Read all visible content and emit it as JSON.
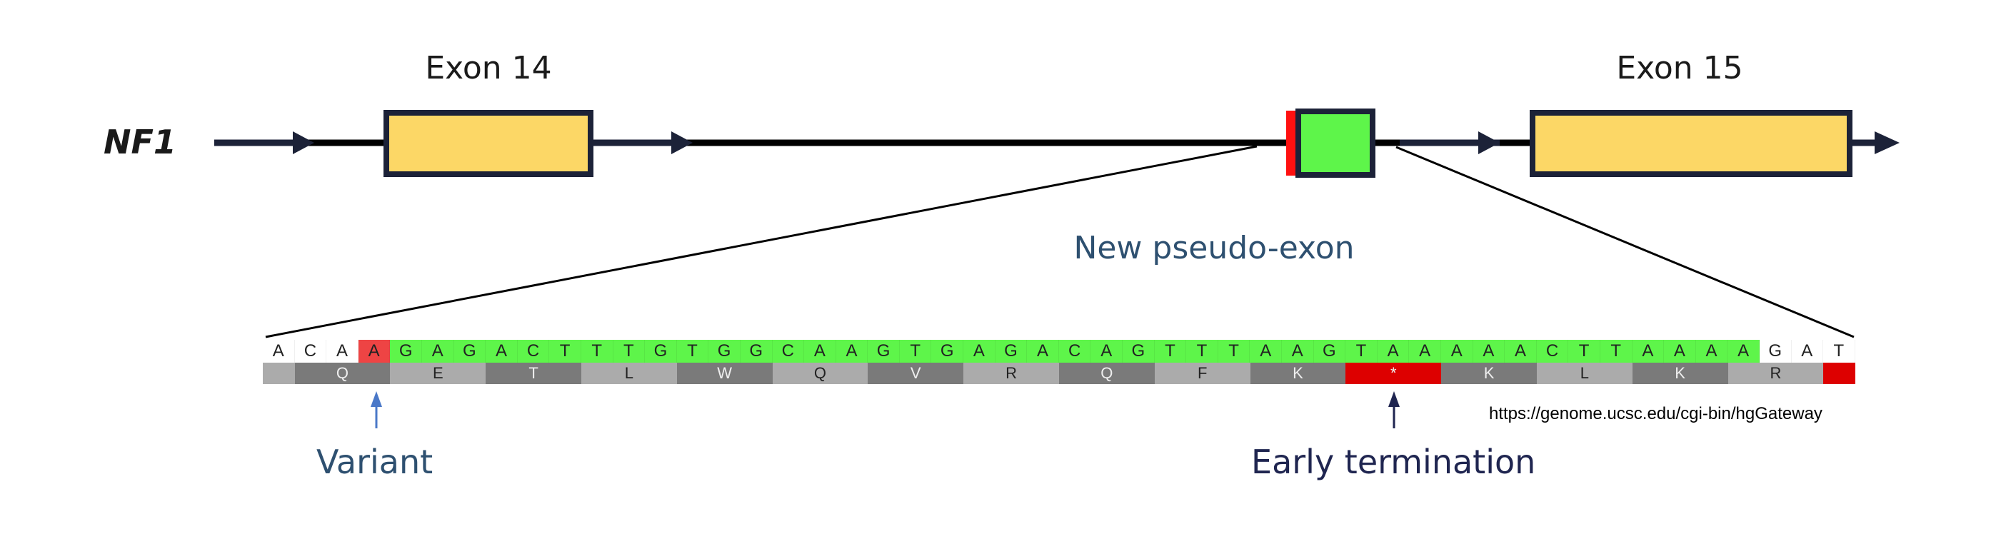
{
  "gene": "NF1",
  "exons": [
    {
      "label": "Exon 14"
    },
    {
      "label": "Exon 15"
    }
  ],
  "pseudo_exon_label": "New pseudo-exon",
  "variant_label": "Variant",
  "termination_label": "Early termination",
  "source_url": "https://genome.ucsc.edu/cgi-bin/hgGateway",
  "colors": {
    "exon": "#fcd766",
    "pseudo_exon": "#5ef54a",
    "variant": "#ee4444",
    "stop": "#dd0000",
    "outline": "#1c2238",
    "aa_dark": "#7a7a7a",
    "aa_light": "#ababab"
  },
  "sequence": {
    "nucleotides": [
      "A",
      "C",
      "A",
      "A",
      "G",
      "A",
      "G",
      "A",
      "C",
      "T",
      "T",
      "T",
      "G",
      "T",
      "G",
      "G",
      "C",
      "A",
      "A",
      "G",
      "T",
      "G",
      "A",
      "G",
      "A",
      "C",
      "A",
      "G",
      "T",
      "T",
      "T",
      "A",
      "A",
      "G",
      "T",
      "A",
      "A",
      "A",
      "A",
      "A",
      "C",
      "T",
      "T",
      "A",
      "A",
      "A",
      "A",
      "G",
      "A",
      "T"
    ],
    "variant_index": 3,
    "pseudo_exon_range": [
      4,
      46
    ],
    "amino_acids": [
      {
        "aa": "",
        "span": 1,
        "shade": "light"
      },
      {
        "aa": "Q",
        "span": 3,
        "shade": "dark"
      },
      {
        "aa": "E",
        "span": 3,
        "shade": "light"
      },
      {
        "aa": "T",
        "span": 3,
        "shade": "dark"
      },
      {
        "aa": "L",
        "span": 3,
        "shade": "light"
      },
      {
        "aa": "W",
        "span": 3,
        "shade": "dark"
      },
      {
        "aa": "Q",
        "span": 3,
        "shade": "light"
      },
      {
        "aa": "V",
        "span": 3,
        "shade": "dark"
      },
      {
        "aa": "R",
        "span": 3,
        "shade": "light"
      },
      {
        "aa": "Q",
        "span": 3,
        "shade": "dark"
      },
      {
        "aa": "F",
        "span": 3,
        "shade": "light"
      },
      {
        "aa": "K",
        "span": 3,
        "shade": "dark"
      },
      {
        "aa": "*",
        "span": 3,
        "shade": "stop"
      },
      {
        "aa": "K",
        "span": 3,
        "shade": "dark"
      },
      {
        "aa": "L",
        "span": 3,
        "shade": "light"
      },
      {
        "aa": "K",
        "span": 3,
        "shade": "dark"
      },
      {
        "aa": "R",
        "span": 3,
        "shade": "light"
      },
      {
        "aa": "",
        "span": 1,
        "shade": "stop"
      }
    ]
  }
}
